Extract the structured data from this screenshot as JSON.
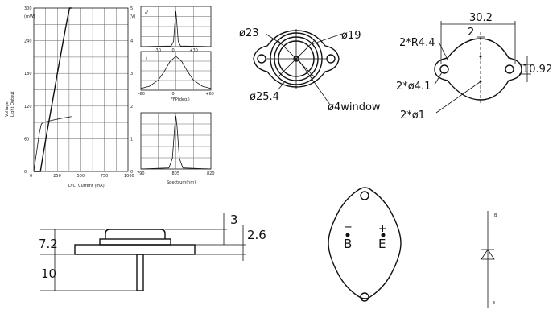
{
  "chart_data": [
    {
      "type": "line",
      "legend": [
        "Voltage",
        "Light Output"
      ],
      "xlabel": "D.C. Current (mA)",
      "ylabel_left": "(mW)",
      "ylabel_right": "(V)",
      "x_ticks": [
        "0",
        "250",
        "500",
        "750",
        "1000"
      ],
      "y_ticks_left": [
        "0",
        "60",
        "120",
        "180",
        "240",
        "300"
      ],
      "y_ticks_right": [
        "0",
        "1",
        "2",
        "3",
        "4",
        "5"
      ],
      "xlim": [
        0,
        1000
      ],
      "ylim": [
        0,
        300
      ],
      "ylim_right": [
        0,
        5
      ],
      "series": [
        {
          "name": "Light Output",
          "x": [
            0,
            70,
            100,
            150,
            200,
            250,
            300,
            350,
            380,
            400
          ],
          "y": [
            0,
            0,
            32,
            82,
            130,
            180,
            228,
            275,
            300,
            300
          ]
        },
        {
          "name": "Voltage",
          "x": [
            0,
            60,
            80,
            100,
            200,
            300,
            400
          ],
          "y": [
            0,
            1.2,
            1.45,
            1.5,
            1.57,
            1.63,
            1.68
          ]
        }
      ]
    },
    {
      "type": "line",
      "xlabel": "FFP(deg.)",
      "panels": [
        {
          "symbol": "//",
          "x_ticks": [
            "-30",
            "0",
            "+30"
          ],
          "xlim": [
            -60,
            60
          ],
          "x": [
            -60,
            -8,
            -4,
            -2,
            0,
            2,
            4,
            8,
            60
          ],
          "y": [
            0,
            0.02,
            0.15,
            0.6,
            1.0,
            0.6,
            0.15,
            0.02,
            0
          ]
        },
        {
          "symbol": "⊥",
          "x_ticks": [
            "-60",
            "0",
            "+60"
          ],
          "xlim": [
            -60,
            60
          ],
          "x": [
            -60,
            -45,
            -30,
            -20,
            -10,
            0,
            10,
            20,
            30,
            45,
            60
          ],
          "y": [
            0.05,
            0.12,
            0.3,
            0.55,
            0.85,
            1.0,
            0.85,
            0.55,
            0.3,
            0.12,
            0.05
          ]
        }
      ]
    },
    {
      "type": "line",
      "xlabel": "Spectrum(nm)",
      "x_ticks": [
        "790",
        "805",
        "820"
      ],
      "xlim": [
        790,
        820
      ],
      "x": [
        790,
        802,
        803.5,
        804.5,
        805,
        805.5,
        806.5,
        808,
        820
      ],
      "y": [
        0,
        0.02,
        0.2,
        0.8,
        1.0,
        0.8,
        0.2,
        0.02,
        0
      ]
    }
  ],
  "package_top": {
    "dims": [
      "ø23",
      "ø19",
      "ø25.4",
      "ø4window"
    ]
  },
  "package_base": {
    "dims": [
      "30.2",
      "2",
      "10.92",
      "2*R4.4",
      "2*ø4.1",
      "2*ø1"
    ]
  },
  "side_view": {
    "dims": [
      "3",
      "2.6",
      "7.2",
      "10"
    ]
  },
  "pin_view": {
    "pins": [
      "B",
      "E"
    ],
    "signs": [
      "−",
      "+"
    ]
  },
  "schematic": {
    "top_label": "B",
    "bottom_label": "E"
  }
}
